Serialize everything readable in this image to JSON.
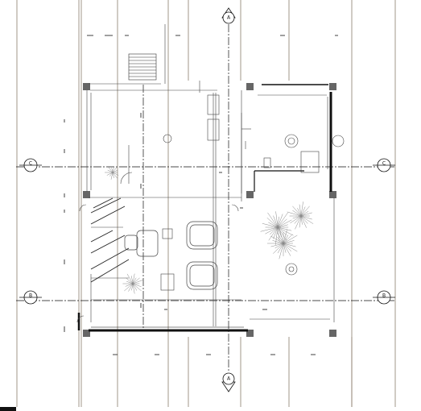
{
  "grid": {
    "vertical": [
      "A",
      "A"
    ],
    "horizontal_left": [
      "C",
      "B"
    ],
    "horizontal_right": [
      "C",
      "B"
    ]
  },
  "colors": {
    "ref_line": "#8b7d6b",
    "wall": "#111111",
    "inner": "#555555",
    "column": "#666666",
    "plant": "#888888"
  }
}
